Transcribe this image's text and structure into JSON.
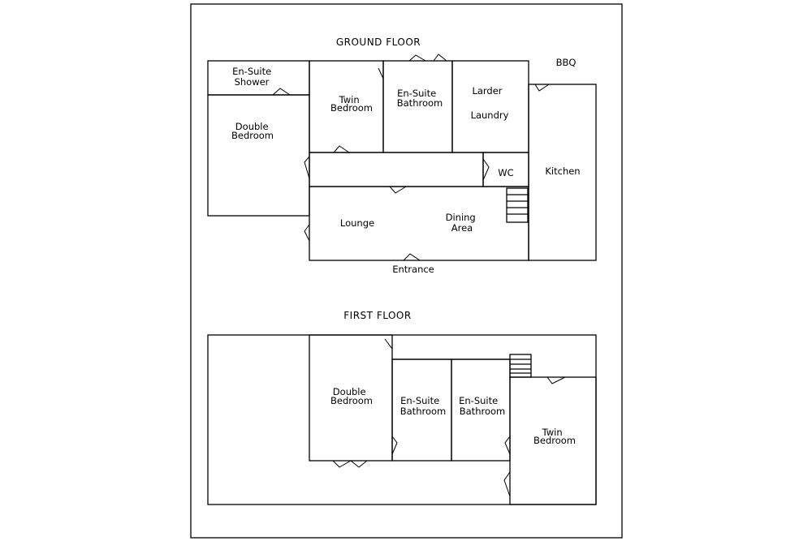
{
  "ground_floor": {
    "title": "GROUND FLOOR",
    "bbq": "BBQ",
    "rooms": {
      "ensuite_shower": [
        "En-Suite",
        "Shower"
      ],
      "double_bedroom": [
        "Double",
        "Bedroom"
      ],
      "twin_bedroom": [
        "Twin",
        "Bedroom"
      ],
      "ensuite_bathroom": [
        "En-Suite",
        "Bathroom"
      ],
      "larder": "Larder",
      "laundry": "Laundry",
      "wc": "WC",
      "kitchen": "Kitchen",
      "lounge": "Lounge",
      "dining_area": [
        "Dining",
        "Area"
      ],
      "entrance": "Entrance"
    }
  },
  "first_floor": {
    "title": "FIRST FLOOR",
    "rooms": {
      "double_bedroom": [
        "Double",
        "Bedroom"
      ],
      "ensuite_bathroom_1": [
        "En-Suite",
        "Bathroom"
      ],
      "ensuite_bathroom_2": [
        "En-Suite",
        "Bathroom"
      ],
      "twin_bedroom": [
        "Twin",
        "Bedroom"
      ]
    }
  }
}
